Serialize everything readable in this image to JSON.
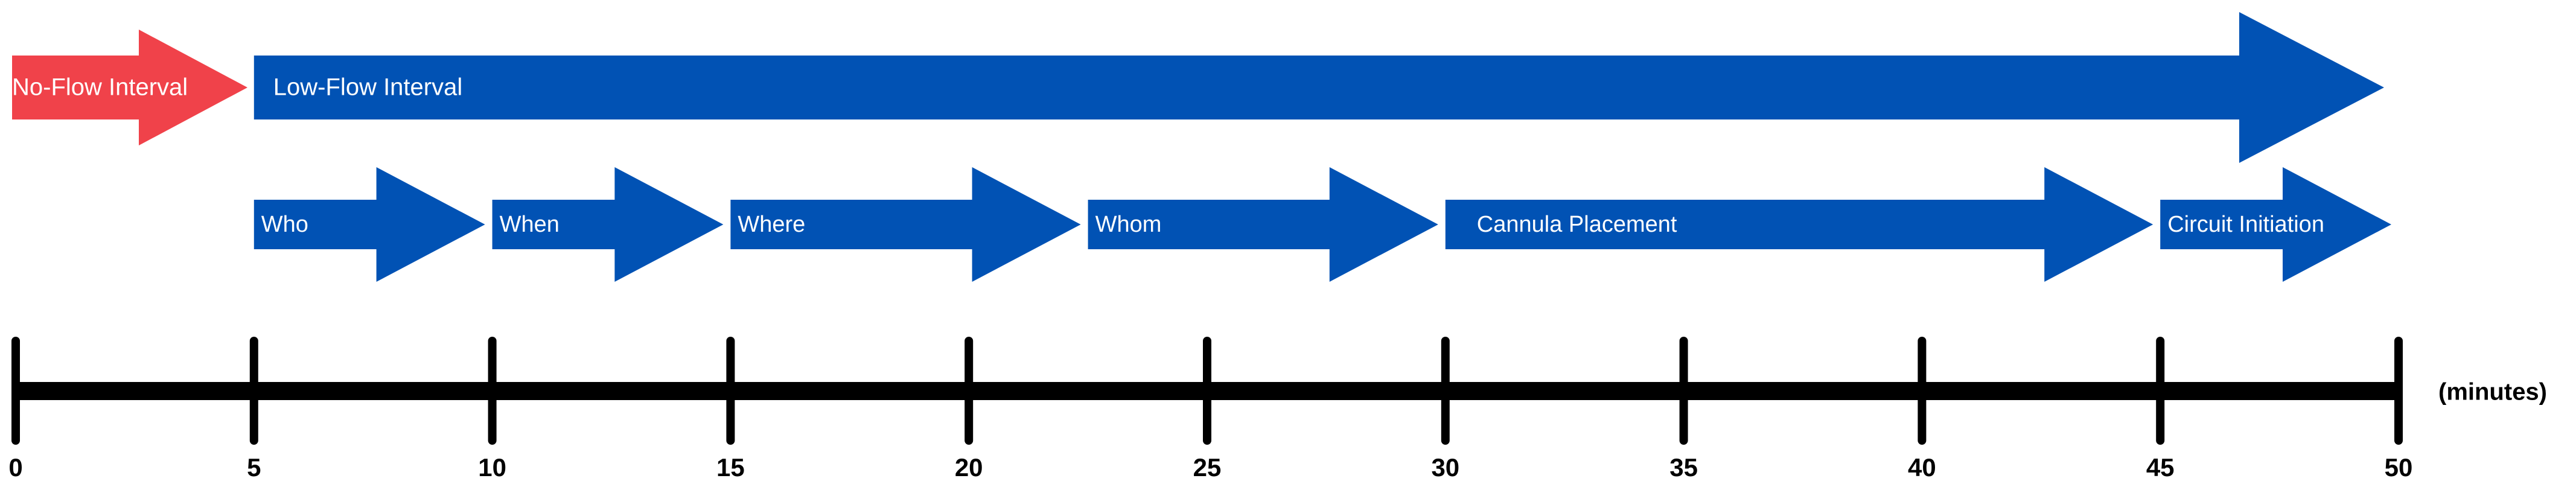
{
  "colors": {
    "no_flow": "#F0424A",
    "low_flow": "#0152B4",
    "step": "#0152B4",
    "axis": "#000000",
    "label_text": "#FFFFFF"
  },
  "phases": [
    {
      "label": "No-Flow Interval",
      "start": 0,
      "end": 5,
      "color_key": "no_flow"
    },
    {
      "label": "Low-Flow Interval",
      "start": 5,
      "end": 50,
      "color_key": "low_flow"
    }
  ],
  "steps": [
    {
      "label": "Who",
      "start": 5,
      "end": 10
    },
    {
      "label": "When",
      "start": 10,
      "end": 15
    },
    {
      "label": "Where",
      "start": 15,
      "end": 22.5
    },
    {
      "label": "Whom",
      "start": 22.5,
      "end": 30
    },
    {
      "label": "Cannula Placement",
      "start": 30,
      "end": 45
    },
    {
      "label": "Circuit Initiation",
      "start": 45,
      "end": 50
    }
  ],
  "axis": {
    "min": 0,
    "max": 50,
    "ticks": [
      0,
      5,
      10,
      15,
      20,
      25,
      30,
      35,
      40,
      45,
      50
    ],
    "tick_labels": [
      "0",
      "5",
      "10",
      "15",
      "20",
      "25",
      "30",
      "35",
      "40",
      "45",
      "50"
    ],
    "unit_label": "(minutes)"
  }
}
